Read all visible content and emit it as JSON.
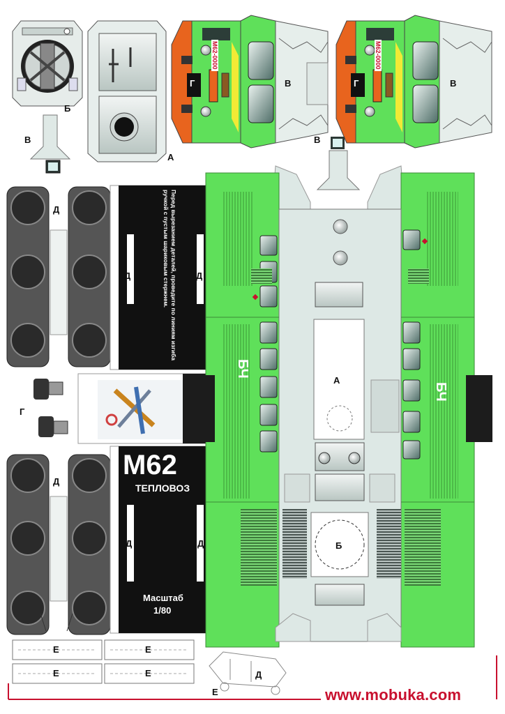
{
  "labels": {
    "a": "А",
    "b": "Б",
    "v": "В",
    "g": "Г",
    "d": "Д",
    "e": "Е"
  },
  "cab_plate": "М62-0000",
  "cab_letter": "Г",
  "emblem": "БЧ",
  "instruction_text": "Перед вырезанием деталей, проведите по линиям изгиба ручкой с пустым шариковым стержнем.",
  "model_title": "М62",
  "model_subtitle": "ТЕПЛОВОЗ",
  "scale_label": "Масштаб",
  "scale_value": "1/80",
  "website": "www.mobuka.com",
  "colors": {
    "body_green": "#5fe05a",
    "body_green_dark": "#3fae3a",
    "roof_grey": "#dde8e5",
    "cab_orange": "#e8641e",
    "black_panel": "#111111",
    "accent_red": "#c8102e"
  }
}
